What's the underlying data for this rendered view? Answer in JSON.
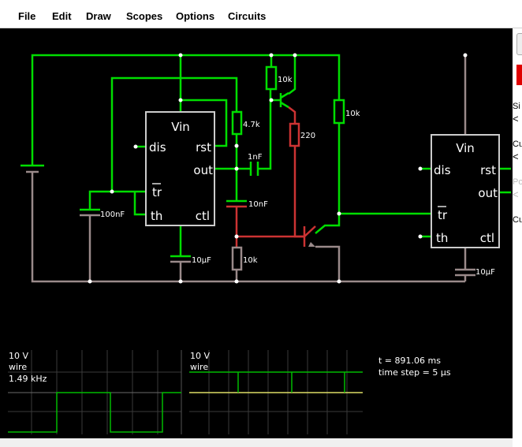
{
  "menu": {
    "items": [
      "File",
      "Edit",
      "Draw",
      "Scopes",
      "Options",
      "Circuits"
    ]
  },
  "circuit": {
    "chip1": {
      "title": "Vin",
      "dis": "dis",
      "rst": "rst",
      "out": "out",
      "tr": "tr",
      "th": "th",
      "ctl": "ctl"
    },
    "chip2": {
      "title": "Vin",
      "dis": "dis",
      "rst": "rst",
      "out": "out",
      "tr": "tr",
      "th": "th",
      "ctl": "ctl"
    },
    "labels": {
      "r_10k_top": "10k",
      "r_4_7k": "4.7k",
      "c_1nF": "1nF",
      "r_220": "220",
      "r_10k_right": "10k",
      "c_100nF": "100nF",
      "c_10nF": "10nF",
      "r_10k_bottom": "10k",
      "c_10uF_1": "10µF",
      "c_10uF_2": "10µF"
    }
  },
  "scopes": {
    "scope1": {
      "voltage": "10 V",
      "signal": "wire",
      "freq": "1.49 kHz"
    },
    "scope2": {
      "voltage": "10 V",
      "signal": "wire"
    },
    "time": "t = 891.06 ms",
    "timestep": "time step = 5 µs"
  },
  "right_panel": {
    "items": [
      "Si",
      "Cu",
      "Po",
      "Cu"
    ]
  },
  "colors": {
    "wire_green": "#00dd00",
    "wire_gray": "#9a8a8a",
    "wire_red": "#cc3333",
    "chip_border": "#cccccc",
    "scope_green": "#00cc00",
    "scope_yellow": "#dddd66"
  }
}
